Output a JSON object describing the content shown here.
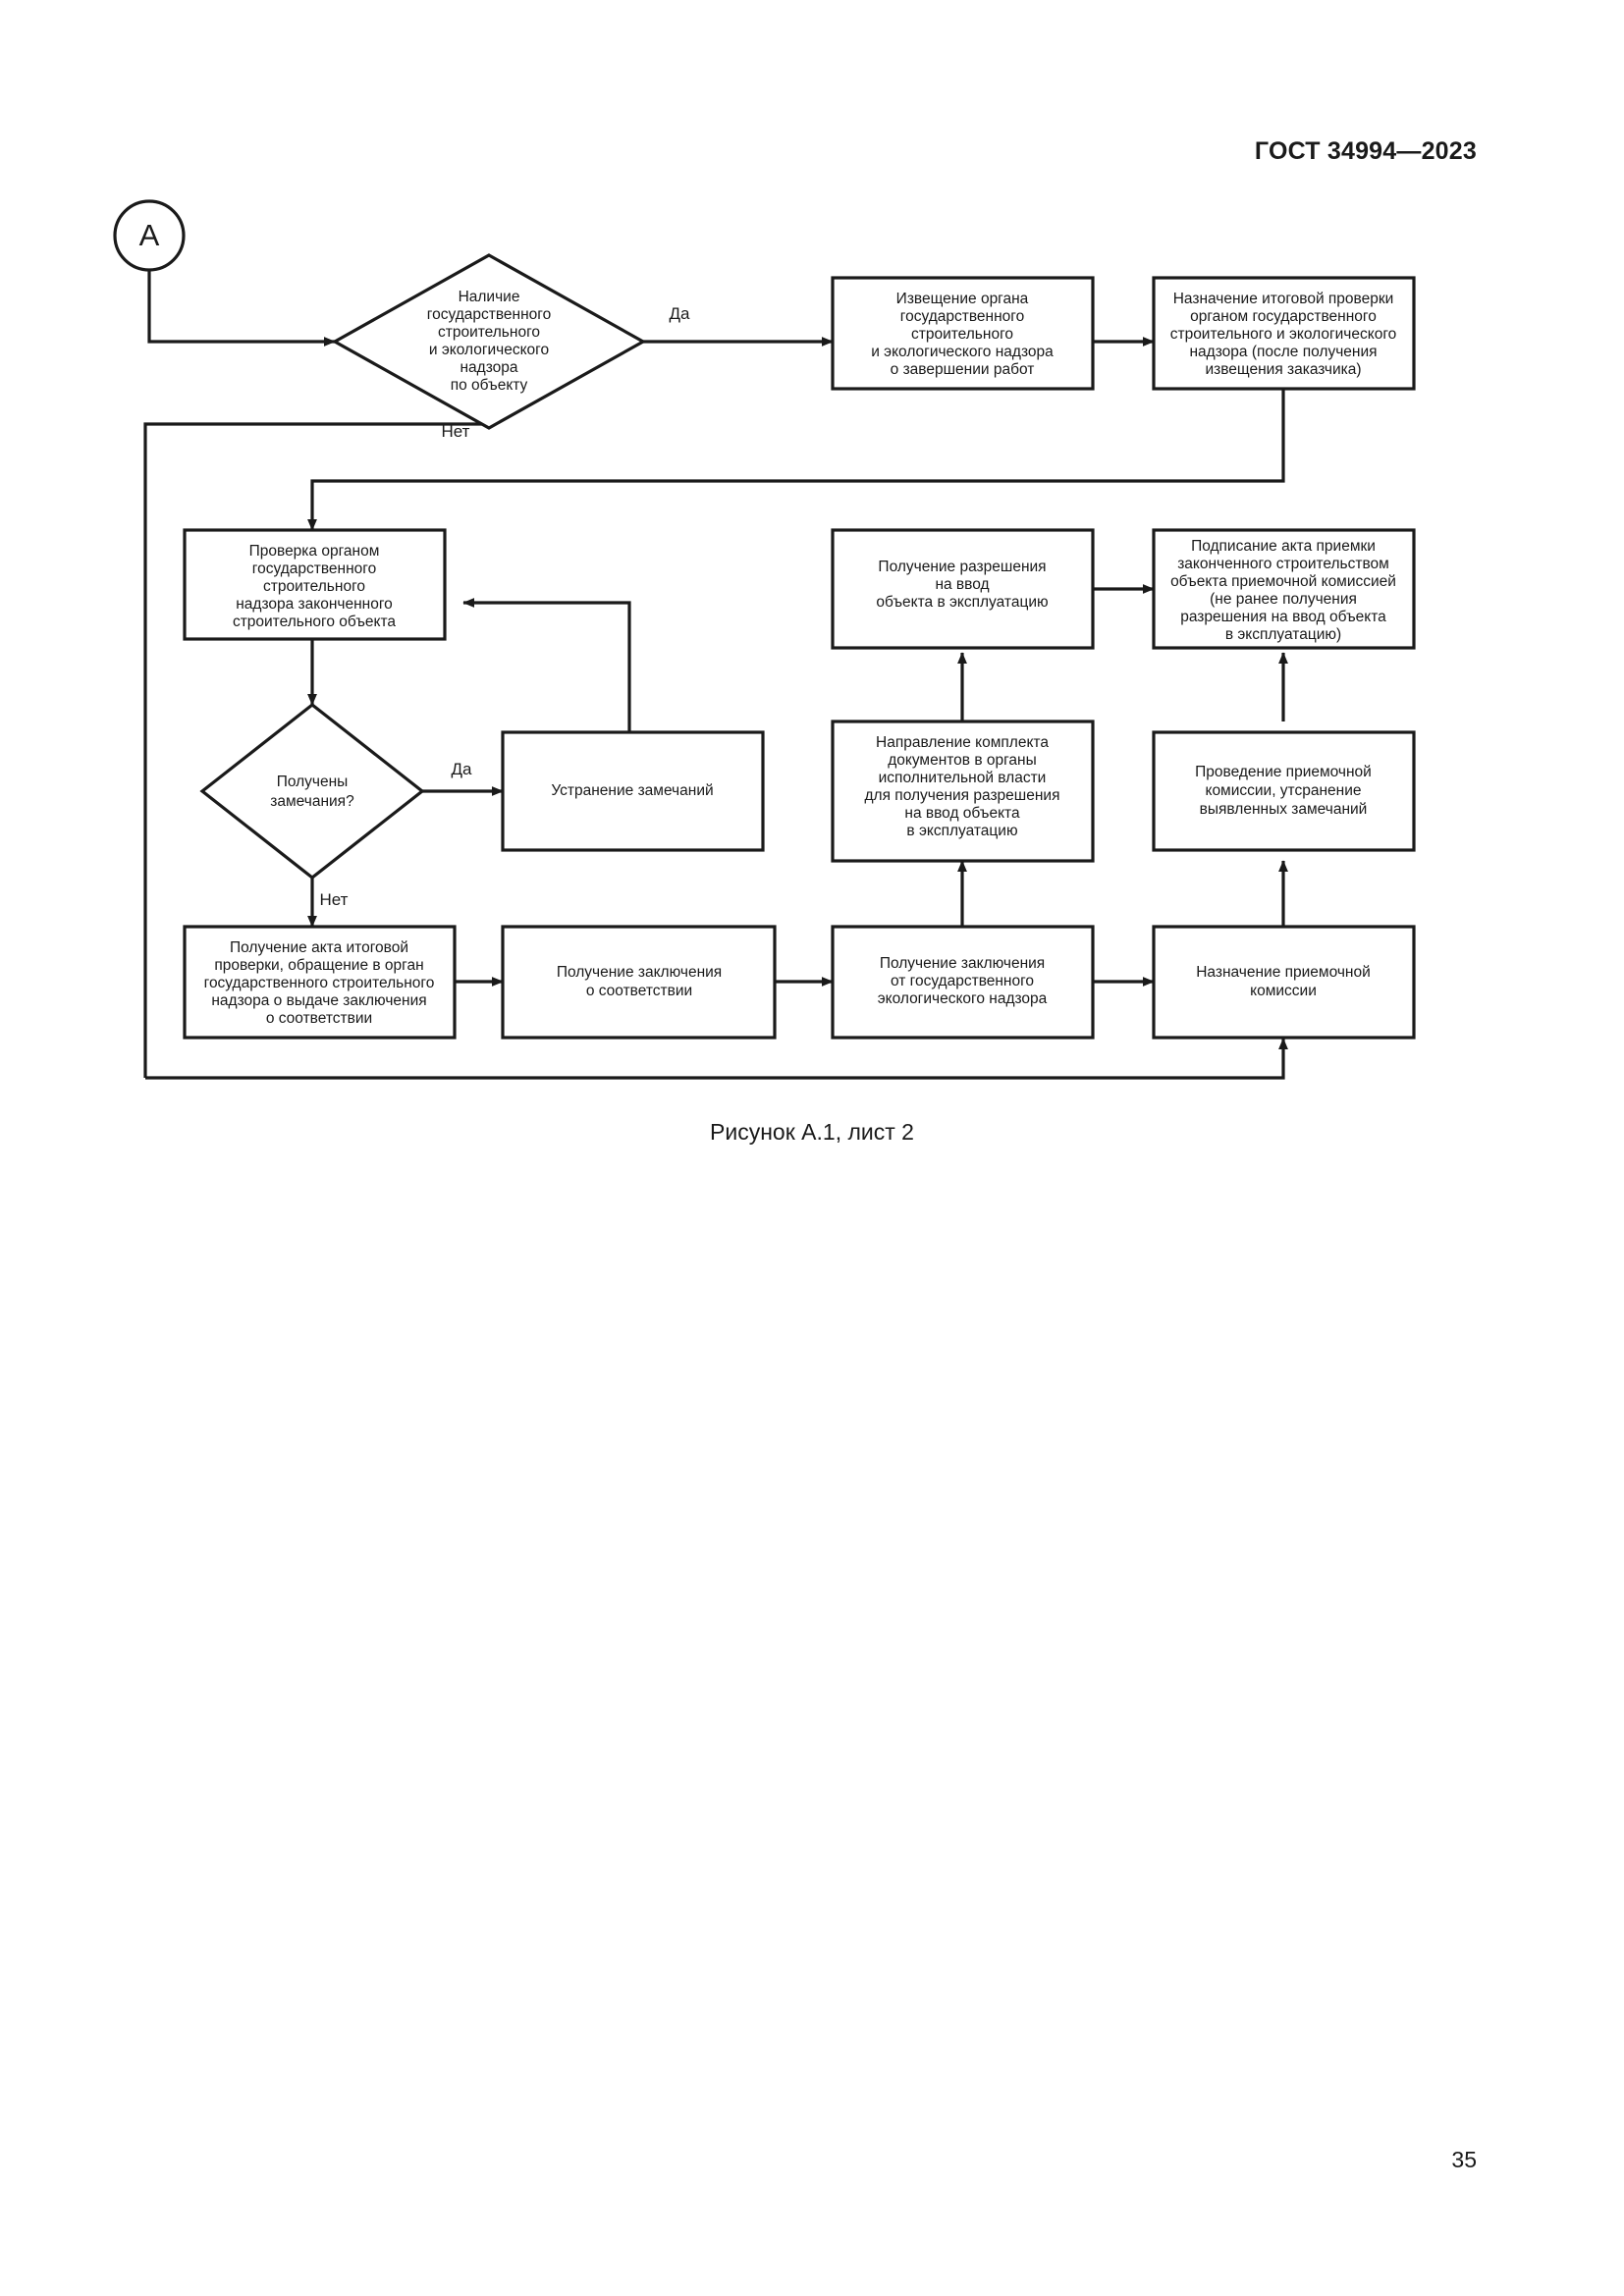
{
  "document": {
    "header": "ГОСТ 34994—2023",
    "page_number": "35",
    "figure_caption": "Рисунок А.1, лист 2"
  },
  "chart_data": {
    "type": "diagram",
    "title": "Рисунок А.1, лист 2",
    "diagram_kind": "flowchart",
    "connector_in": {
      "id": "A",
      "label": "А"
    },
    "nodes": [
      {
        "id": "d1",
        "shape": "diamond",
        "lines": [
          "Наличие",
          "государственного",
          "строительного",
          "и экологического",
          "надзора",
          "по объекту"
        ]
      },
      {
        "id": "n1",
        "shape": "rect",
        "lines": [
          "Извещение органа",
          "государственного",
          "строительного",
          "и экологического надзора",
          "о завершении работ"
        ]
      },
      {
        "id": "n2",
        "shape": "rect",
        "lines": [
          "Назначение итоговой проверки",
          "органом государственного",
          "строительного и экологического",
          "надзора (после получения",
          "извещения заказчика)"
        ]
      },
      {
        "id": "n3",
        "shape": "rect",
        "lines": [
          "Проверка органом",
          "государственного",
          "строительного",
          "надзора законченного",
          "строительного объекта"
        ]
      },
      {
        "id": "n4",
        "shape": "rect",
        "lines": [
          "Получение разрешения",
          "на ввод",
          "объекта в эксплуатацию"
        ]
      },
      {
        "id": "n5",
        "shape": "rect",
        "lines": [
          "Подписание акта приемки",
          "законченного строительством",
          "объекта приемочной комиссией",
          "(не ранее получения",
          "разрешения на ввод объекта",
          "в эксплуатацию)"
        ]
      },
      {
        "id": "d2",
        "shape": "diamond",
        "lines": [
          "Получены",
          "замечания?"
        ]
      },
      {
        "id": "n6",
        "shape": "rect",
        "lines": [
          "Устранение замечаний"
        ]
      },
      {
        "id": "n7",
        "shape": "rect",
        "lines": [
          "Направление комплекта",
          "документов в органы",
          "исполнительной власти",
          "для получения разрешения",
          "на ввод объекта",
          "в эксплуатацию"
        ]
      },
      {
        "id": "n8",
        "shape": "rect",
        "lines": [
          "Проведение приемочной",
          "комиссии, утсранение",
          "выявленных замечаний"
        ]
      },
      {
        "id": "n9",
        "shape": "rect",
        "lines": [
          "Получение акта итоговой",
          "проверки, обращение в орган",
          "государственного строительного",
          "надзора о выдаче заключения",
          "о соответствии"
        ]
      },
      {
        "id": "n10",
        "shape": "rect",
        "lines": [
          "Получение заключения",
          "о соответствии"
        ]
      },
      {
        "id": "n11",
        "shape": "rect",
        "lines": [
          "Получение заключения",
          "от государственного",
          "экологического надзора"
        ]
      },
      {
        "id": "n12",
        "shape": "rect",
        "lines": [
          "Назначение приемочной",
          "комиссии"
        ]
      }
    ],
    "edge_labels": {
      "d1_yes": "Да",
      "d1_no": "Нет",
      "d2_yes": "Да",
      "d2_no": "Нет"
    },
    "edges": [
      {
        "from": "A",
        "to": "d1",
        "label": ""
      },
      {
        "from": "d1",
        "to": "n1",
        "label": "Да"
      },
      {
        "from": "n1",
        "to": "n2",
        "label": ""
      },
      {
        "from": "n2",
        "to": "n3",
        "label": ""
      },
      {
        "from": "d1",
        "to": "n3",
        "label": "Нет"
      },
      {
        "from": "n3",
        "to": "d2",
        "label": ""
      },
      {
        "from": "d2",
        "to": "n6",
        "label": "Да"
      },
      {
        "from": "n6",
        "to": "n3",
        "label": ""
      },
      {
        "from": "d2",
        "to": "n9",
        "label": "Нет"
      },
      {
        "from": "n9",
        "to": "n10",
        "label": ""
      },
      {
        "from": "n10",
        "to": "n11",
        "label": ""
      },
      {
        "from": "n11",
        "to": "n12",
        "label": ""
      },
      {
        "from": "n12",
        "to": "n8",
        "label": ""
      },
      {
        "from": "n8",
        "to": "n5",
        "label": ""
      },
      {
        "from": "n11",
        "to": "n7",
        "label": ""
      },
      {
        "from": "n7",
        "to": "n4",
        "label": ""
      },
      {
        "from": "n4",
        "to": "n5",
        "label": ""
      },
      {
        "from": "n12",
        "to": "n3",
        "label": ""
      }
    ]
  },
  "colors": {
    "ink": "#1a1a1a",
    "paper": "#ffffff"
  }
}
